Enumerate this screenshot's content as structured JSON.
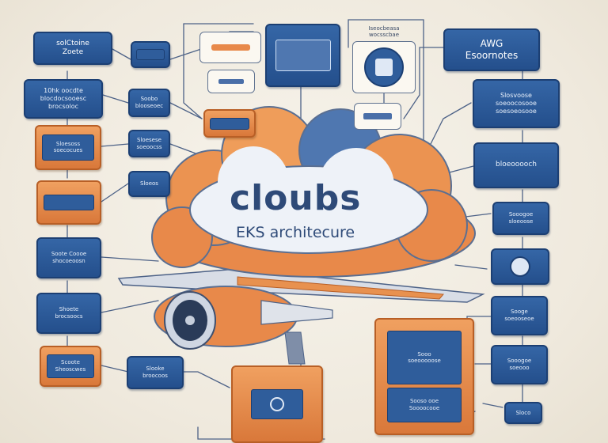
{
  "cloud": {
    "title": "cloubs",
    "subtitle": "EKS architecure"
  },
  "boxes": {
    "left_top": "solCtoine\nZoete",
    "left_1": "10hk oocdte\nblocdocsooesc\nbrocsoloc",
    "left_2": "Sloesoss\nsoecocues",
    "left_4": "Soote Coooe\nshocoeoosn",
    "left_5": "Shoete\nbrocsoocs",
    "left_6": "Scoote\nSheoscwes",
    "mid_1": "Soobo\nblooseoec",
    "mid_2": "Sloesese\nsoeoocss",
    "mid_3": "Sloeos",
    "mid_bottom": "Slooke\nbroocoos",
    "top_center_label": "Iseocbeasa\nwocsscbae",
    "right_title": "AWG\nEsoornotes",
    "right_1": "Slosvoose\nsoeoocosooe\nsoesoeosooe",
    "right_2": "bloeooooch",
    "right_3": "Sooogoe\nsloeoose",
    "right_5": "Sooge\nsoeooseoe",
    "right_6": "Sooogoe\nsoeooo",
    "right_small": "Sloco",
    "bottom_card": "Sooo\nsoeooooose",
    "bottom_card_2": "Sooso ooe\nSoooocooe"
  },
  "colors": {
    "blue": "#2f5d9b",
    "orange": "#e8894a",
    "cloud_light": "#eef2f8",
    "line": "#4d6287"
  }
}
